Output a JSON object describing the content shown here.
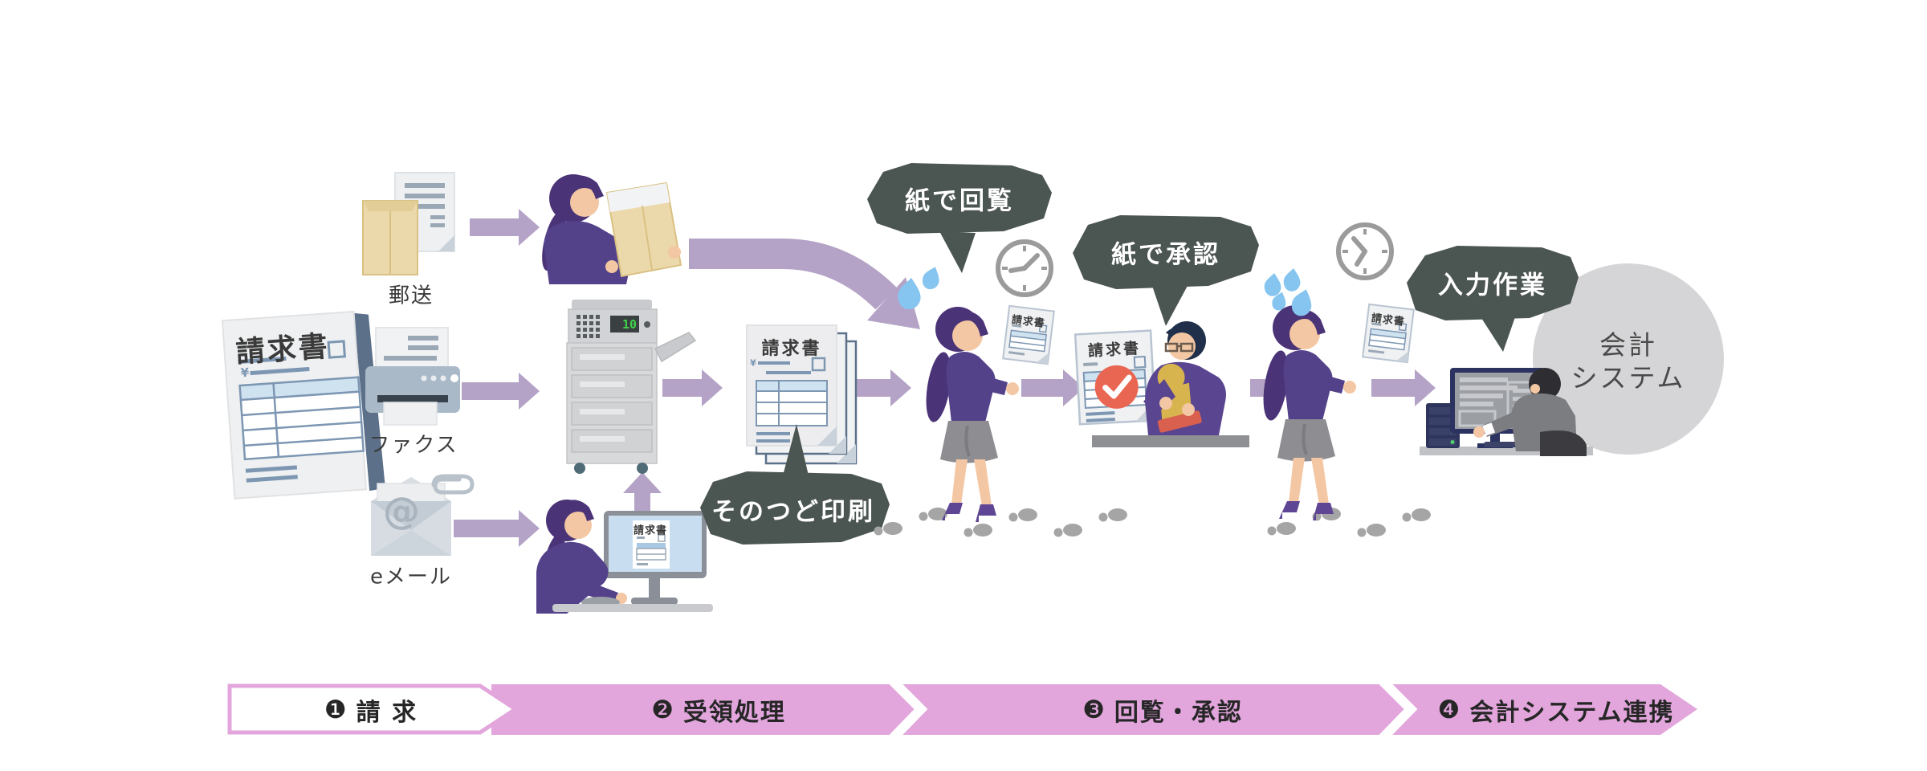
{
  "labels": {
    "invoice_doc": "請求書",
    "yen": "¥",
    "channel_mail": "郵送",
    "channel_fax": "ファクス",
    "channel_email": "eメール",
    "email_at": "@",
    "copier_display": "10",
    "accounting_line1": "会計",
    "accounting_line2": "システム"
  },
  "bubbles": {
    "print_each_time": "そのつど印刷",
    "paper_circulation": "紙で回覧",
    "paper_approval": "紙で承認",
    "manual_input": "入力作業"
  },
  "process_bar": {
    "steps": [
      {
        "number": "❶",
        "label": "請 求"
      },
      {
        "number": "❷",
        "label": "受領処理"
      },
      {
        "number": "❸",
        "label": "回覧・承認"
      },
      {
        "number": "❹",
        "label": "会計システム連携"
      }
    ]
  },
  "colors": {
    "accent_pink": "#e2a6dc",
    "arrow_mauve": "#b4a3c6",
    "bubble_dark": "#4b5551",
    "figure_purple": "#53418a",
    "hair_purple": "#4b3377",
    "alert_red": "#e96752",
    "stamp_gold": "#d8b44e",
    "sweat_blue": "#86c5f0",
    "table_blue": "#7d97b3"
  }
}
